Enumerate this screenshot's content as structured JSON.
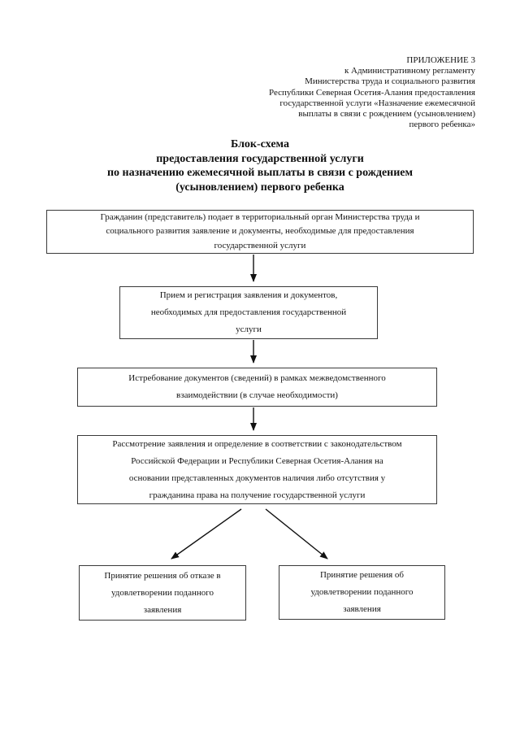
{
  "document": {
    "appendix": {
      "lines": [
        "ПРИЛОЖЕНИЕ 3",
        "к Административному регламенту",
        "Министерства труда и социального развития",
        "Республики Северная Осетия-Алания предоставления",
        "государственной услуги «Назначение ежемесячной",
        "выплаты в связи с рождением (усыновлением)",
        "первого ребенка»"
      ]
    },
    "title": {
      "lines": [
        "Блок-схема",
        "предоставления государственной услуги",
        "по назначению ежемесячной выплаты в связи с рождением",
        "(усыновлением) первого ребенка"
      ]
    }
  },
  "flowchart": {
    "boxes": [
      {
        "name": "application-submission",
        "text": "Гражданин (представитель) подает в территориальный орган Министерства труда и социального развития заявление и документы, необходимые для предоставления государственной услуги",
        "lines": [
          "Гражданин (представитель) подает в территориальный орган Министерства труда и",
          "социального развития заявление и документы, необходимые для предоставления",
          "государственной услуги"
        ]
      },
      {
        "name": "reception-registration",
        "text": "Прием и регистрация заявления и документов, необходимых для предоставления государственной услуги",
        "lines": [
          "Прием и регистрация заявления и документов,",
          "необходимых для предоставления государственной",
          "услуги"
        ]
      },
      {
        "name": "interagency-request",
        "text": "Истребование документов (сведений) в рамках межведомственного взаимодействии (в случае необходимости)",
        "lines": [
          "Истребование документов (сведений) в рамках межведомственного",
          "взаимодействии (в случае необходимости)"
        ]
      },
      {
        "name": "application-review",
        "text": "Рассмотрение заявления и определение в соответствии с законодательством Российской Федерации и Республики Северная Осетия-Алания на основании представленных документов наличия либо отсутствия у гражданина права на получение государственной услуги",
        "lines": [
          "Рассмотрение заявления и определение в соответствии с законодательством",
          "Российской Федерации и Республики Северная Осетия-Алания на",
          "основании представленных документов наличия либо отсутствия у",
          "гражданина права на получение государственной услуги"
        ]
      },
      {
        "name": "decision-refusal",
        "text": "Принятие решения об отказе в удовлетворении поданного заявления",
        "lines": [
          "Принятие решения об отказе в",
          "удовлетворении поданного",
          "заявления"
        ]
      },
      {
        "name": "decision-approval",
        "text": "Принятие решения об удовлетворении поданного заявления",
        "lines": [
          "Принятие решения об",
          "удовлетворении поданного",
          "заявления"
        ]
      }
    ]
  },
  "colors": {
    "page_background": "#ffffff",
    "ink": "#111111",
    "box_border": "#3a3a3a",
    "arrow": "#111111"
  }
}
